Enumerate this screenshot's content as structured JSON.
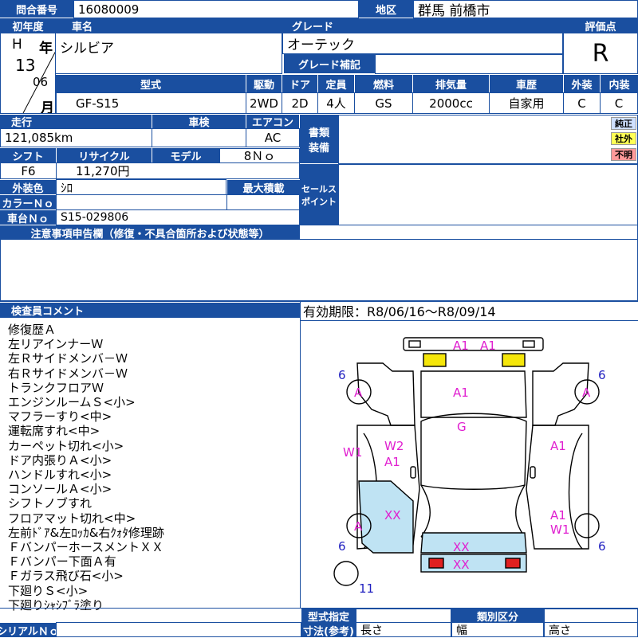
{
  "inquiry": {
    "label": "問合番号",
    "value": "16080009"
  },
  "region": {
    "label": "地区",
    "value": "群馬 前橋市"
  },
  "year": {
    "label": "初年度",
    "era": "H",
    "nen": "年",
    "year_num": "13",
    "month_num": "06",
    "tsuki": "月"
  },
  "car_name": {
    "label": "車名",
    "value": "シルビア"
  },
  "grade": {
    "label": "グレード",
    "value": "オーテック",
    "supplement_label": "グレード補記"
  },
  "score": {
    "label": "評価点",
    "value": "R"
  },
  "specs": {
    "model_label": "型式",
    "model_value": "GF-S15",
    "drive_label": "駆動",
    "drive_value": "2WD",
    "door_label": "ドア",
    "door_value": "2D",
    "capacity_label": "定員",
    "capacity_value": "4人",
    "fuel_label": "燃料",
    "fuel_value": "GS",
    "displacement_label": "排気量",
    "displacement_value": "2000cc",
    "history_label": "車歴",
    "history_value": "自家用",
    "exterior_label": "外装",
    "exterior_value": "C",
    "interior_label": "内装",
    "interior_value": "C"
  },
  "mileage": {
    "label": "走行",
    "value": "121,085km"
  },
  "inspection": {
    "label": "車検",
    "value": ""
  },
  "aircon": {
    "label": "エアコン",
    "value": "AC"
  },
  "documents": {
    "label1": "書類",
    "label2": "装備"
  },
  "equip_tags": {
    "genuine": "純正",
    "aftermarket": "社外",
    "defect": "不明"
  },
  "shift": {
    "label": "シフト",
    "value": "F6"
  },
  "recycle": {
    "label": "リサイクル",
    "value": "11,270円"
  },
  "model_no": {
    "label": "モデル",
    "value": "8Ｎｏ"
  },
  "color": {
    "label": "外装色",
    "value": "ｼﾛ"
  },
  "max_load": {
    "label": "最大積載",
    "value": ""
  },
  "sales_point": {
    "label1": "セールス",
    "label2": "ポイント"
  },
  "color_no": {
    "label": "カラーＮｏ",
    "value": ""
  },
  "chassis_no": {
    "label": "車台Ｎｏ",
    "value": "S15-029806"
  },
  "notes": {
    "label": "注意事項申告欄（修復・不具合箇所および状態等）"
  },
  "inspector": {
    "label": "検査員コメント",
    "comments": [
      "修復歴Ａ",
      "左リアインナーＷ",
      "左Ｒサイドメンバ－Ｗ",
      "右Ｒサイドメンバ－Ｗ",
      "トランクフロアＷ",
      "エンジンルームＳ<小>",
      "マフラーすり<中>",
      "運転席すれ<中>",
      "カーペット切れ<小>",
      "ドア内張りＡ<小>",
      "ハンドルすれ<小>",
      "コンソールＡ<小>",
      "シフトノブすれ",
      "フロアマット切れ<中>",
      "左前ﾄﾞｱ&左ﾛｯｶ&右ｸｫﾀ修理跡",
      "ＦバンパーホースメントＸＸ",
      "Ｆバンパー下面Ａ有",
      "Ｆガラス飛び石<小>",
      "下廻りＳ<小>",
      "下廻りｼｬｼﾌﾞﾗ塗り"
    ]
  },
  "validity": {
    "text": "有効期限：R8/06/16～R8/09/14"
  },
  "diagram_labels": {
    "top_bumper_a1_left": "A1",
    "top_bumper_a1_right": "A1",
    "tire_rl_count": "6",
    "tire_rr_count": "6",
    "tire_fl_count": "6",
    "tire_fr_count": "6",
    "tire_rl_grade": "A",
    "tire_rr_grade": "A",
    "tire_fl_grade": "A",
    "trunk": "A1",
    "roof": "G",
    "left_quarter": "W1",
    "left_inner_w2": "W2",
    "left_inner_a1": "A1",
    "right_quarter": "A1",
    "left_front": "XX",
    "right_front_a1": "A1",
    "right_front_w1": "W1",
    "hood_xx": "XX",
    "front_bumper_xx": "XX",
    "spare_count": "11"
  },
  "footer": {
    "model_designation": "型式指定",
    "classification": "類別区分",
    "serial_no": "シリアルＮｏ",
    "dimensions": "寸法(参考)",
    "length": "長さ",
    "width": "幅",
    "height": "高さ"
  },
  "colors": {
    "header_blue": "#1a4fa0",
    "marker_magenta": "#e020d0",
    "marker_blue": "#2020c0",
    "damage_fill": "#bfe3f3",
    "yellow": "#f5e60a",
    "red": "#e02020"
  }
}
